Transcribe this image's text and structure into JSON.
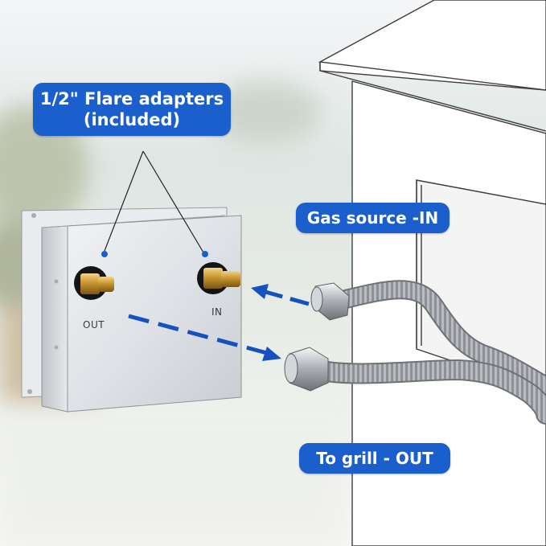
{
  "colors": {
    "accent": "#1a5fcc",
    "arrow": "#1552c0"
  },
  "callouts": {
    "adapters": {
      "line1": "1/2\" Flare adapters",
      "line2": "(included)"
    },
    "gas_in": "Gas source -IN",
    "to_grill": "To grill - OUT"
  },
  "box": {
    "out_label": "OUT",
    "in_label": "IN"
  }
}
